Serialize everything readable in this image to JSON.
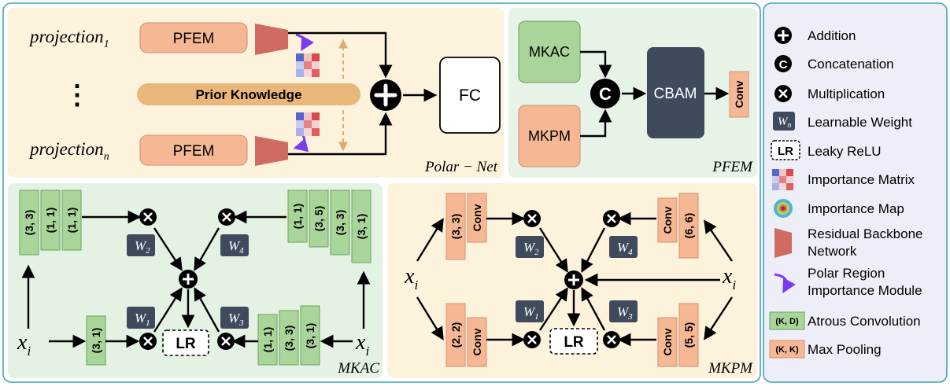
{
  "colors": {
    "panel_border": "#3fa6b5",
    "polar_bg": "#fdf2dc",
    "pfem_bg": "#e6f3e6",
    "mkac_bg": "#e4f2e4",
    "mkpm_bg": "#fdf2dc",
    "legend_bg": "#eeeef8",
    "pfem_box": "#f6b894",
    "green_box": "#a9d59a",
    "prior_bar": "#e9b77a",
    "cbam_box": "#3f4a5c",
    "weight_box": "#3f4a5c",
    "backbone": "#cf6b60",
    "polar_arrow": "#7a3cf0",
    "dashed_arrow": "#e2aa6e"
  },
  "polar_net": {
    "title": "Polar − Net",
    "projection_1": {
      "base": "projection",
      "sub": "1"
    },
    "projection_n": {
      "base": "projection",
      "sub": "n"
    },
    "ellipsis": "⋮",
    "pfem_label": "PFEM",
    "prior_knowledge": "Prior Knowledge",
    "fc_label": "FC"
  },
  "pfem": {
    "title": "PFEM",
    "mkac_label": "MKAC",
    "mkpm_label": "MKPM",
    "concat_symbol": "C",
    "cbam_label": "CBAM",
    "conv_label": "Conv"
  },
  "mkac": {
    "title": "MKAC",
    "input_label": "x",
    "input_sub": "i",
    "left_stack": [
      "(3, 3)",
      "(1, 1)",
      "(1, 1)"
    ],
    "right_top_stack": [
      "(1, 1)",
      "(3, 5)",
      "(3, 3)",
      "(3, 1)"
    ],
    "middle_single": "(3, 1)",
    "right_bottom_stack": [
      "(1, 1)",
      "(3, 3)",
      "(3, 1)"
    ],
    "weights": [
      "W",
      "W",
      "W",
      "W"
    ],
    "weight_subs": [
      "2",
      "4",
      "1",
      "3"
    ],
    "lr_label": "LR"
  },
  "mkpm": {
    "title": "MKPM",
    "input_label": "x",
    "input_sub": "i",
    "left_top": {
      "kernel": "(3, 3)",
      "conv": "Conv"
    },
    "left_bottom": {
      "kernel": "(2, 2)",
      "conv": "Conv"
    },
    "right_top": {
      "kernel": "(6, 6)",
      "conv": "Conv"
    },
    "right_bottom": {
      "kernel": "(5, 5)",
      "conv": "Conv"
    },
    "weights": [
      "W",
      "W",
      "W",
      "W"
    ],
    "weight_subs": [
      "2",
      "4",
      "1",
      "3"
    ],
    "lr_label": "LR"
  },
  "legend": {
    "items": [
      {
        "icon": "addition-icon",
        "label": "Addition"
      },
      {
        "icon": "concatenation-icon",
        "label": "Concatenation",
        "symbol": "C"
      },
      {
        "icon": "multiplication-icon",
        "label": "Multiplication"
      },
      {
        "icon": "learnable-weight-icon",
        "label": "Learnable Weight",
        "symbol": "W",
        "sub": "n"
      },
      {
        "icon": "leaky-relu-icon",
        "label": "Leaky ReLU",
        "symbol": "LR"
      },
      {
        "icon": "importance-matrix-icon",
        "label": "Importance Matrix"
      },
      {
        "icon": "importance-map-icon",
        "label": "Importance Map"
      },
      {
        "icon": "residual-backbone-icon",
        "label": "Residual Backbone",
        "label2": "Network"
      },
      {
        "icon": "polar-region-arrow-icon",
        "label": "Polar Region",
        "label2": "Importance Module"
      },
      {
        "icon": "atrous-conv-icon",
        "label": "Atrous Convolution",
        "symbol": "(K, D)"
      },
      {
        "icon": "max-pooling-icon",
        "label": "Max Pooling",
        "symbol": "(K, K)"
      }
    ]
  }
}
